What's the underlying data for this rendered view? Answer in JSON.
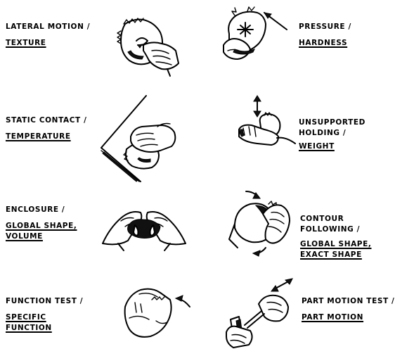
{
  "procedures": [
    {
      "name": "LATERAL MOTION /",
      "property": [
        "TEXTURE"
      ]
    },
    {
      "name": "PRESSURE /",
      "property": [
        "HARDNESS"
      ]
    },
    {
      "name": "STATIC CONTACT /",
      "property": [
        "TEMPERATURE"
      ]
    },
    {
      "name_lines": [
        "UNSUPPORTED",
        "HOLDING /"
      ],
      "property": [
        "WEIGHT"
      ]
    },
    {
      "name": "ENCLOSURE /",
      "property": [
        "GLOBAL SHAPE,",
        "VOLUME"
      ]
    },
    {
      "name_lines": [
        "CONTOUR",
        "FOLLOWING /"
      ],
      "property": [
        "GLOBAL SHAPE,",
        "EXACT SHAPE"
      ]
    },
    {
      "name": "FUNCTION TEST /",
      "property": [
        "SPECIFIC",
        "FUNCTION"
      ]
    },
    {
      "name": "PART MOTION TEST /",
      "property": [
        "PART MOTION"
      ]
    }
  ],
  "icons": [
    "hand-rubbing-object-icon",
    "finger-pressing-object-icon",
    "hand-resting-on-object-icon",
    "hand-lifting-object-icon",
    "hands-enclosing-object-icon",
    "hand-tracing-contour-icon",
    "hand-testing-function-icon",
    "hand-moving-part-icon"
  ],
  "colors": {
    "ink": "#000000",
    "background": "#ffffff"
  }
}
